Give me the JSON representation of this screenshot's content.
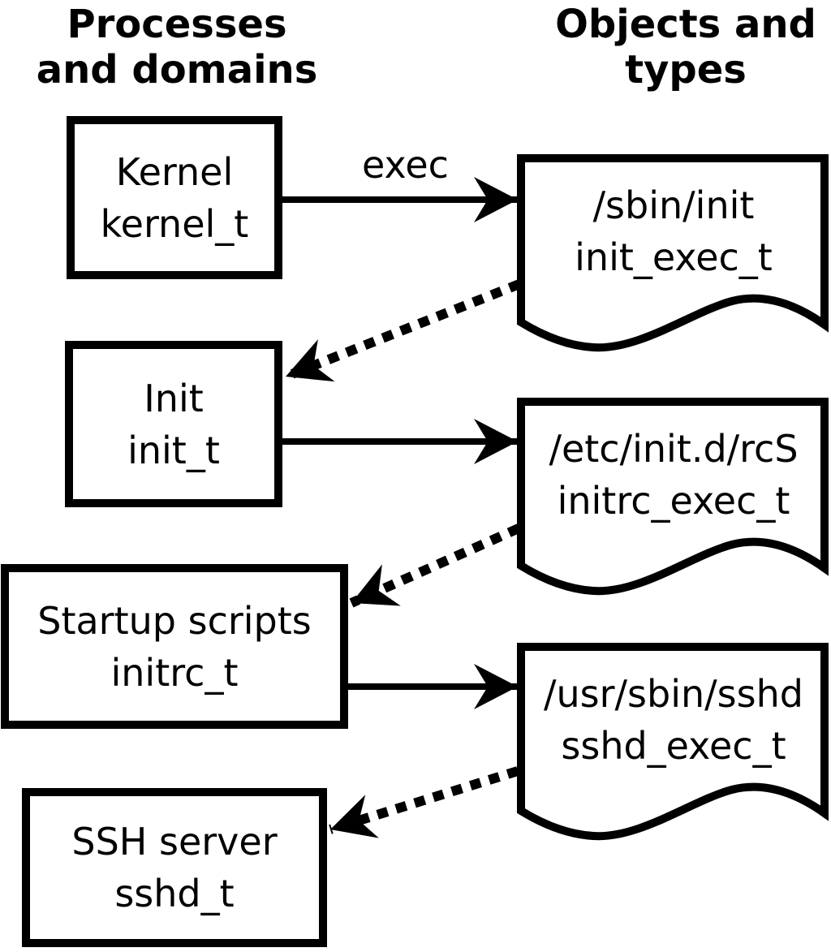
{
  "diagram": {
    "columns": {
      "left_header": {
        "line1": "Processes",
        "line2": "and domains"
      },
      "right_header": {
        "line1": "Objects and",
        "line2": "types"
      }
    },
    "processes": [
      {
        "name": "Kernel",
        "type": "kernel_t"
      },
      {
        "name": "Init",
        "type": "init_t"
      },
      {
        "name": "Startup scripts",
        "type": "initrc_t"
      },
      {
        "name": "SSH server",
        "type": "sshd_t"
      }
    ],
    "objects": [
      {
        "path": "/sbin/init",
        "type": "init_exec_t"
      },
      {
        "path": "/etc/init.d/rcS",
        "type": "initrc_exec_t"
      },
      {
        "path": "/usr/sbin/sshd",
        "type": "sshd_exec_t"
      }
    ],
    "edges": [
      {
        "from": "kernel_t",
        "to": "init_exec_t",
        "label": "exec",
        "style": "solid"
      },
      {
        "from": "init_exec_t",
        "to": "init_t",
        "label": "",
        "style": "dotted"
      },
      {
        "from": "init_t",
        "to": "initrc_exec_t",
        "label": "",
        "style": "solid"
      },
      {
        "from": "initrc_exec_t",
        "to": "initrc_t",
        "label": "",
        "style": "dotted"
      },
      {
        "from": "initrc_t",
        "to": "sshd_exec_t",
        "label": "",
        "style": "solid"
      },
      {
        "from": "sshd_exec_t",
        "to": "sshd_t",
        "label": "",
        "style": "dotted"
      }
    ],
    "colors": {
      "foreground": "#000000",
      "background": "#ffffff"
    }
  }
}
